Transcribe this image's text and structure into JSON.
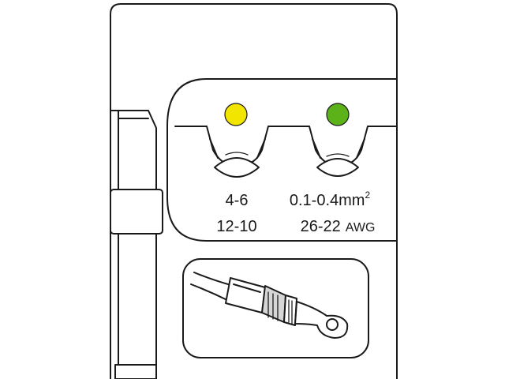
{
  "crimp_die": {
    "profiles": [
      {
        "color_name": "yellow",
        "color": "#f2e600",
        "size_mm2": "4-6",
        "size_awg": "12-10",
        "awg_unit": ""
      },
      {
        "color_name": "green",
        "color": "#5cb319",
        "size_mm2": "0.1-0.4mm",
        "size_mm2_sup": "2",
        "size_awg": "26-22",
        "awg_unit": "AWG"
      }
    ],
    "illustration": {
      "icon": "ring-terminal-icon"
    }
  }
}
